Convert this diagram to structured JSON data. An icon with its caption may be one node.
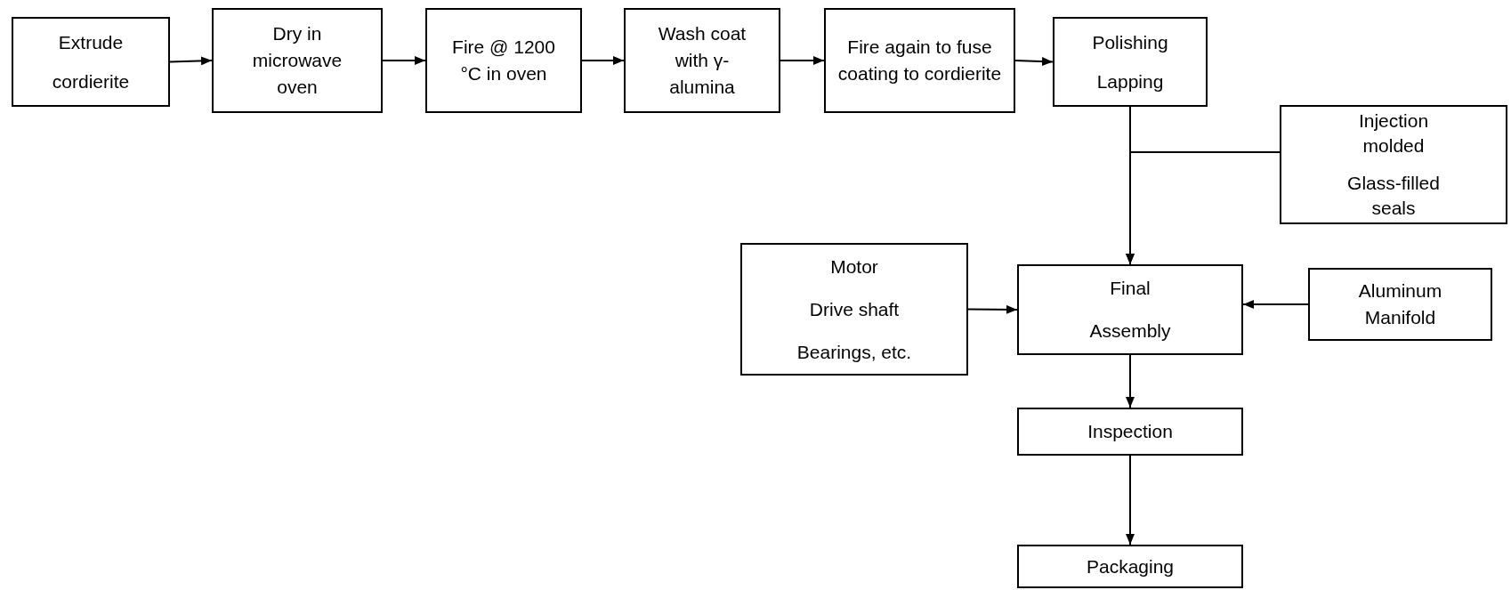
{
  "diagram": {
    "nodes": [
      {
        "text": [
          "Extrude cordierite"
        ]
      },
      {
        "text": [
          "Dry in microwave oven"
        ]
      },
      {
        "text": [
          "Fire @ 1200 °C in oven"
        ]
      },
      {
        "text": [
          "Wash coat with γ-alumina"
        ]
      },
      {
        "text": [
          "Fire again to fuse coating to cordierite"
        ]
      },
      {
        "text": [
          "Polishing",
          "Lapping"
        ]
      },
      {
        "text": [
          "Injection molded",
          "Glass-filled seals"
        ]
      },
      {
        "text": [
          "Motor",
          "Drive shaft",
          "Bearings, etc."
        ]
      },
      {
        "text": [
          "Final Assembly"
        ]
      },
      {
        "text": [
          "Aluminum Manifold"
        ]
      },
      {
        "text": [
          "Inspection"
        ]
      },
      {
        "text": [
          "Packaging"
        ]
      }
    ],
    "edges": [
      {
        "from": 0,
        "to": 1,
        "arrow": "to"
      },
      {
        "from": 1,
        "to": 2,
        "arrow": "to"
      },
      {
        "from": 2,
        "to": 3,
        "arrow": "to"
      },
      {
        "from": 3,
        "to": 4,
        "arrow": "to"
      },
      {
        "from": 4,
        "to": 5,
        "arrow": "to"
      },
      {
        "from": 5,
        "to": 8,
        "arrow": "to"
      },
      {
        "from": 6,
        "to": 8,
        "arrow": "to"
      },
      {
        "from": 7,
        "to": 8,
        "arrow": "to"
      },
      {
        "from": 9,
        "to": 8,
        "arrow": "to"
      },
      {
        "from": 8,
        "to": 10,
        "arrow": "to"
      },
      {
        "from": 10,
        "to": 11,
        "arrow": "to"
      }
    ]
  }
}
